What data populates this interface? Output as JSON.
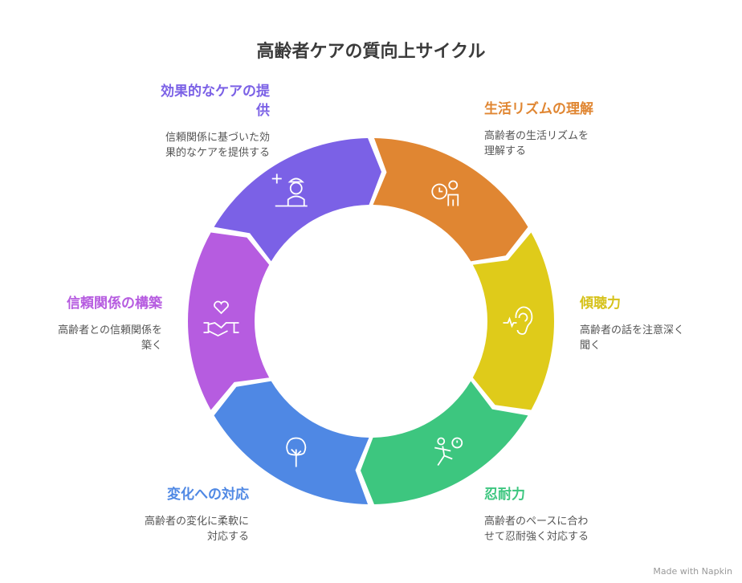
{
  "title": "高齢者ケアの質向上サイクル",
  "segments": [
    {
      "heading": "生活リズムの理解",
      "desc": "高齢者の生活リズムを理解する",
      "desc_lines": [
        "高齢者の生活リズムを",
        "理解する"
      ],
      "color": "#E08632",
      "icon": "clock-person-icon"
    },
    {
      "heading": "傾聴力",
      "desc_lines": [
        "高齢者の話を注意深く",
        "聞く"
      ],
      "color": "#DFCB1A",
      "icon": "ear-icon"
    },
    {
      "heading": "忍耐力",
      "desc_lines": [
        "高齢者のペースに合わ",
        "せて忍耐強く対応する"
      ],
      "color": "#3DC67F",
      "icon": "runner-stopwatch-icon"
    },
    {
      "heading": "変化への対応",
      "desc_lines": [
        "高齢者の変化に柔軟に",
        "対応する"
      ],
      "color": "#4F88E4",
      "icon": "tree-icon"
    },
    {
      "heading": "信頼関係の構築",
      "desc_lines": [
        "高齢者との信頼関係を",
        "築く"
      ],
      "color": "#B65CE0",
      "icon": "heart-handshake-icon"
    },
    {
      "heading_lines": [
        "効果的なケアの提",
        "供"
      ],
      "desc_lines": [
        "信頼関係に基づいた効",
        "果的なケアを提供する"
      ],
      "color": "#7B61E6",
      "icon": "nurse-icon"
    }
  ],
  "footer": "Made with Napkin"
}
